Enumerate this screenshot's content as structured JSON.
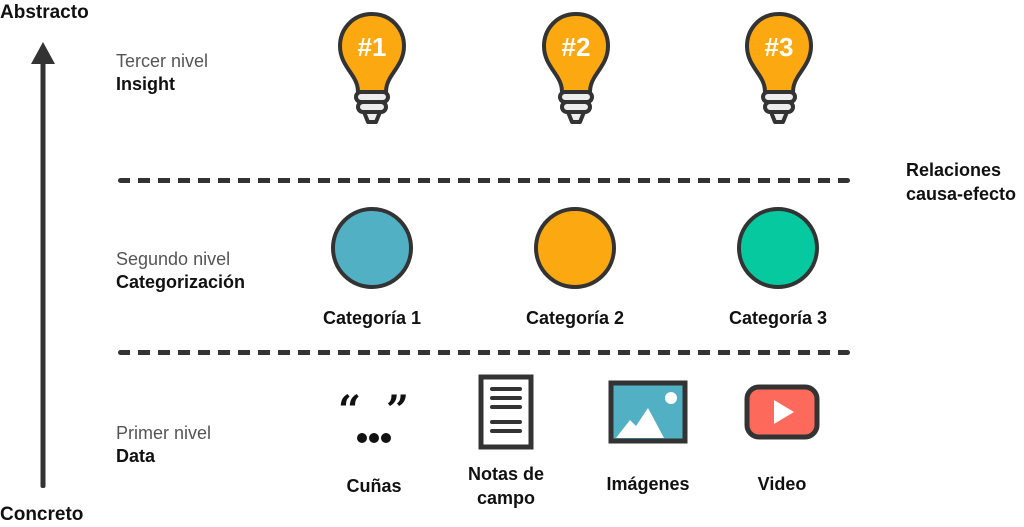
{
  "axis": {
    "top_label": "Abstracto",
    "bottom_label": "Concreto"
  },
  "levels": [
    {
      "sub": "Tercer nivel",
      "main": "Insight"
    },
    {
      "sub": "Segundo nivel",
      "main": "Categorización"
    },
    {
      "sub": "Primer nivel",
      "main": "Data"
    }
  ],
  "insights": [
    {
      "label": "#1",
      "icon": "lightbulb-icon",
      "color": "#FCA911"
    },
    {
      "label": "#2",
      "icon": "lightbulb-icon",
      "color": "#FCA911"
    },
    {
      "label": "#3",
      "icon": "lightbulb-icon",
      "color": "#FCA911"
    }
  ],
  "side_note": {
    "line1": "Relaciones",
    "line2": "causa-efecto"
  },
  "categories": [
    {
      "label": "Categoría 1",
      "color": "#52B0C4"
    },
    {
      "label": "Categoría 2",
      "color": "#FCA911"
    },
    {
      "label": "Categoría 3",
      "color": "#06C9A0"
    }
  ],
  "data_items": [
    {
      "label": "Cuñas",
      "icon": "quote-icon"
    },
    {
      "label_line1": "Notas de",
      "label_line2": "campo",
      "icon": "document-icon"
    },
    {
      "label": "Imágenes",
      "icon": "image-icon",
      "color": "#52B0C4"
    },
    {
      "label": "Video",
      "icon": "video-play-icon",
      "color": "#FD6A5C"
    }
  ],
  "colors": {
    "outline": "#333333",
    "bulb_base": "#EDEDED"
  }
}
